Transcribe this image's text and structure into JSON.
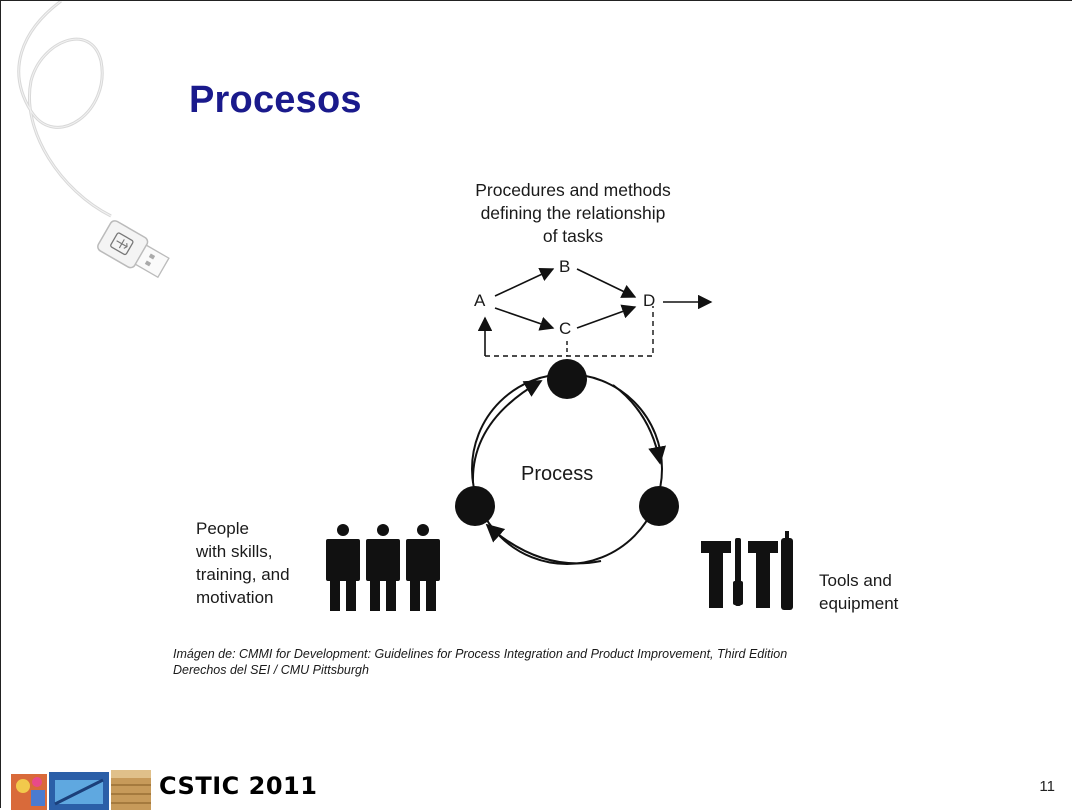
{
  "slide": {
    "title": "Procesos",
    "page_number": "11",
    "footer_brand": "CSTIC 2011"
  },
  "diagram": {
    "caption_lines": [
      "Procedures and methods",
      "defining the relationship",
      "of tasks"
    ],
    "task_nodes": [
      "A",
      "B",
      "C",
      "D"
    ],
    "center_label": "Process",
    "people_lines": [
      "People",
      "with skills,",
      "training, and",
      "motivation"
    ],
    "tools_lines": [
      "Tools and",
      "equipment"
    ]
  },
  "credit": {
    "line1": "Imágen de: CMMI for Development: Guidelines for Process Integration and Product Improvement, Third Edition",
    "line2": "Derechos del SEI / CMU Pittsburgh"
  },
  "colors": {
    "title": "#1a1a8c",
    "diagram_ink": "#111111"
  },
  "icons": [
    "usb-cable-icon",
    "people-icon",
    "tools-icon",
    "footer-image-tiles"
  ]
}
